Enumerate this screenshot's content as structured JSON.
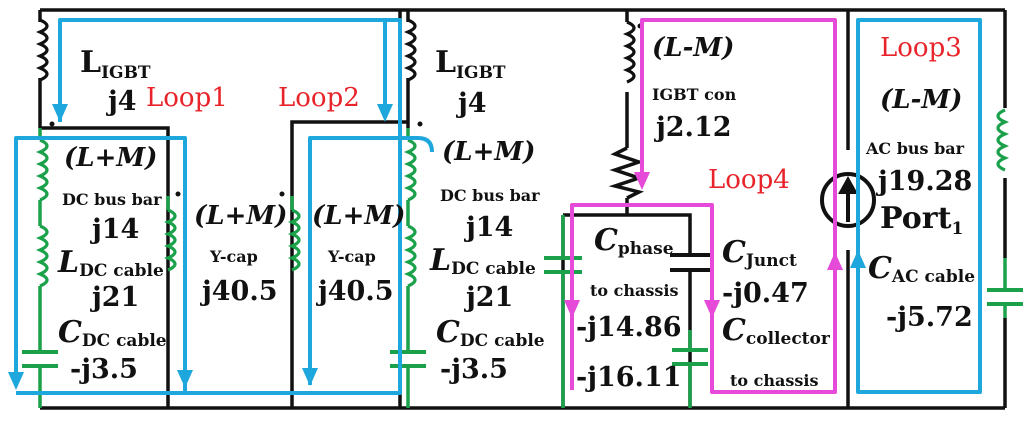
{
  "labels": {
    "l_igbt_1": {
      "main": "L",
      "sub": "IGBT"
    },
    "j4_1": "j4",
    "loop1": "Loop1",
    "loop2": "Loop2",
    "l_igbt_2": {
      "main": "L",
      "sub": "IGBT"
    },
    "j4_2": "j4",
    "lpm_1": "(L+M)",
    "dc_bus_bar_1": "DC bus bar",
    "j14_1": "j14",
    "ldc_cable_1": {
      "main": "L",
      "sub": "DC cable"
    },
    "j21_1": "j21",
    "cdc_cable_1": {
      "main": "C",
      "sub": "DC cable"
    },
    "neg_j35_1": "-j3.5",
    "lpm_ycap_1": "(L+M)",
    "ycap_1": "Y-cap",
    "j405_1": "j40.5",
    "lpm_ycap_2": "(L+M)",
    "ycap_2": "Y-cap",
    "j405_2": "j40.5",
    "lpm_2": "(L+M)",
    "dc_bus_bar_2": "DC bus bar",
    "j14_2": "j14",
    "ldc_cable_2": {
      "main": "L",
      "sub": "DC cable"
    },
    "j21_2": "j21",
    "cdc_cable_2": {
      "main": "C",
      "sub": "DC cable"
    },
    "neg_j35_2": "-j3.5",
    "lmm_igbt": "(L-M)",
    "igbt_con": "IGBT con",
    "j212": "j2.12",
    "loop4": "Loop4",
    "cphase": {
      "main": "C",
      "sub": "phase"
    },
    "to_chassis_1": "to chassis",
    "neg_j1486": "-j14.86",
    "neg_j1611": "-j16.11",
    "cjunct": {
      "main": "C",
      "sub": "Junct"
    },
    "neg_j047": "-j0.47",
    "ccollector": {
      "main": "C",
      "sub": "collector"
    },
    "to_chassis_2": "to chassis",
    "loop3": "Loop3",
    "lmm_ac": "(L-M)",
    "ac_bus_bar": "AC bus bar",
    "j1928": "j19.28",
    "port1": {
      "main": "Port",
      "sub": "1"
    },
    "cac_cable": {
      "main": "C",
      "sub": "AC cable"
    },
    "neg_j572": "-j5.72"
  },
  "colors": {
    "wire": "#111111",
    "component_green": "#1aa14a",
    "loop_blue": "#1ea7dc",
    "loop_magenta": "#e64ad9",
    "loop_label_red": "#e8232a"
  }
}
